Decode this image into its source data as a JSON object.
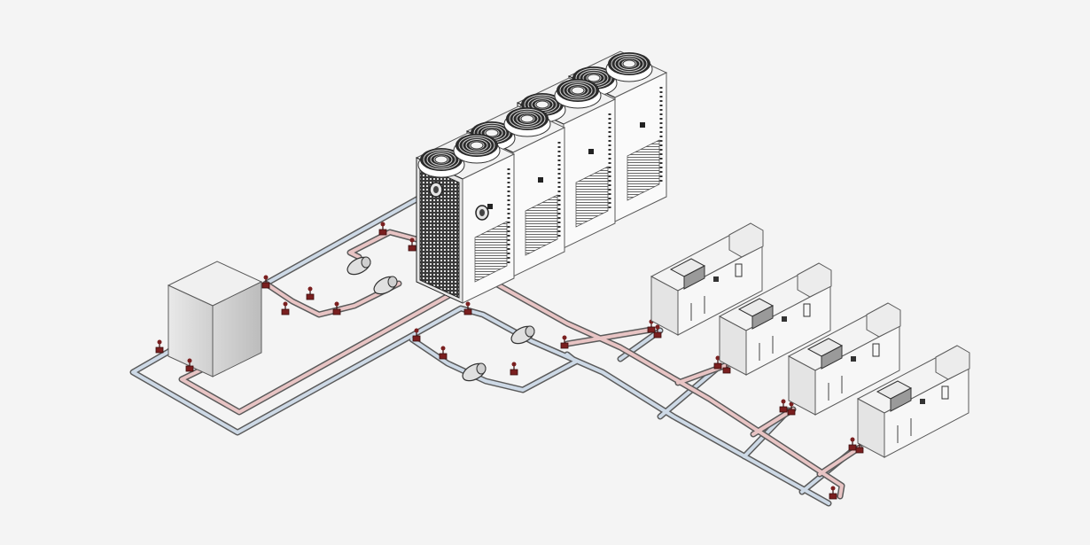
{
  "diagram": {
    "kind": "isometric-chilled-water-system",
    "colors": {
      "background": "#f4f4f4",
      "supply_pipe": "#e8c4c4",
      "return_pipe": "#cdd9e6",
      "valve": "#7a1f1f",
      "chiller_dark": "#2a2a2a",
      "outline": "#5b5b5b"
    },
    "components": {
      "chillers": [
        {
          "name": "chiller-1",
          "fans": 2
        },
        {
          "name": "chiller-2",
          "fans": 2
        },
        {
          "name": "chiller-3",
          "fans": 2
        },
        {
          "name": "chiller-4",
          "fans": 2
        }
      ],
      "buffer_tank": {
        "name": "buffer-tank"
      },
      "pumps": [
        {
          "name": "primary-pump-1"
        },
        {
          "name": "primary-pump-2"
        },
        {
          "name": "secondary-pump-1"
        },
        {
          "name": "secondary-pump-2"
        }
      ],
      "terminal_units": [
        {
          "name": "terminal-unit-1"
        },
        {
          "name": "terminal-unit-2"
        },
        {
          "name": "terminal-unit-3"
        },
        {
          "name": "terminal-unit-4"
        }
      ]
    }
  }
}
